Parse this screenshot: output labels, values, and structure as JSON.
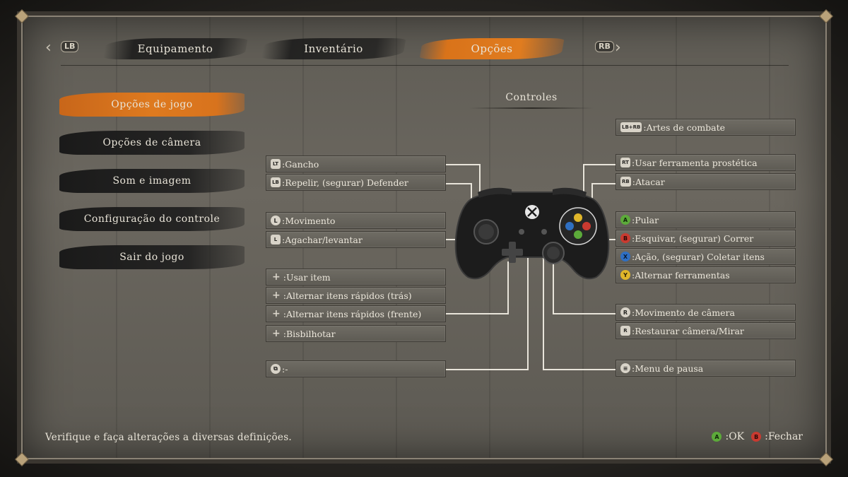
{
  "tabs": {
    "left_bumper": "LB",
    "right_bumper": "RB",
    "items": [
      {
        "label": "Equipamento"
      },
      {
        "label": "Inventário"
      },
      {
        "label": "Opções"
      }
    ]
  },
  "menu": {
    "items": [
      {
        "label": "Opções de jogo"
      },
      {
        "label": "Opções de câmera"
      },
      {
        "label": "Som e imagem"
      },
      {
        "label": "Configuração do controle"
      },
      {
        "label": "Sair do jogo"
      }
    ]
  },
  "controls": {
    "title": "Controles",
    "left": [
      {
        "icon": "LT",
        "text": "Gancho"
      },
      {
        "icon": "LB",
        "text": "Repelir, (segurar) Defender"
      },
      {
        "icon": "L",
        "text": "Movimento"
      },
      {
        "icon": "L",
        "text": "Agachar/levantar"
      },
      {
        "icon": "+",
        "text": "Usar item"
      },
      {
        "icon": "+",
        "text": "Alternar itens rápidos (trás)"
      },
      {
        "icon": "+",
        "text": "Alternar itens rápidos (frente)"
      },
      {
        "icon": "+",
        "text": "Bisbilhotar"
      },
      {
        "icon": "⧉",
        "text": "-"
      }
    ],
    "right": [
      {
        "icon": "LB+RB",
        "text": "Artes de combate"
      },
      {
        "icon": "RT",
        "text": "Usar ferramenta prostética"
      },
      {
        "icon": "RB",
        "text": "Atacar"
      },
      {
        "icon": "A",
        "text": "Pular"
      },
      {
        "icon": "B",
        "text": "Esquivar, (segurar) Correr"
      },
      {
        "icon": "X",
        "text": "Ação, (segurar) Coletar itens"
      },
      {
        "icon": "Y",
        "text": "Alternar ferramentas"
      },
      {
        "icon": "R",
        "text": "Movimento de câmera"
      },
      {
        "icon": "R",
        "text": "Restaurar câmera/Mirar"
      },
      {
        "icon": "≡",
        "text": "Menu de pausa"
      }
    ]
  },
  "footer": {
    "hint": "Verifique e faça alterações a diversas definições.",
    "ok_button": "A",
    "ok_label": ":OK",
    "close_button": "B",
    "close_label": ":Fechar"
  }
}
